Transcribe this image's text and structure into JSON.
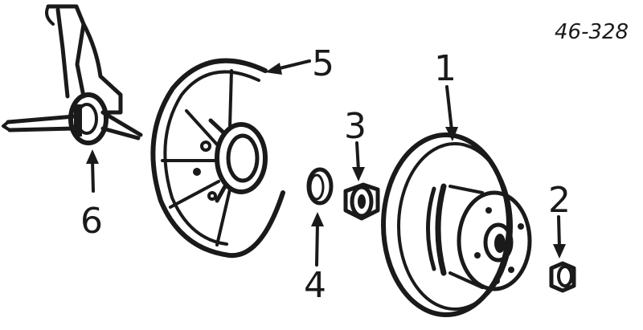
{
  "reference_number": "46-328",
  "callouts": [
    {
      "number": "1",
      "part": "brake-disc"
    },
    {
      "number": "2",
      "part": "outer-wheel-bearing"
    },
    {
      "number": "3",
      "part": "inner-wheel-bearing"
    },
    {
      "number": "4",
      "part": "seal-ring"
    },
    {
      "number": "5",
      "part": "splash-shield"
    },
    {
      "number": "6",
      "part": "steering-knuckle"
    }
  ],
  "colors": {
    "ink": "#1a1a1a",
    "background": "#ffffff"
  }
}
